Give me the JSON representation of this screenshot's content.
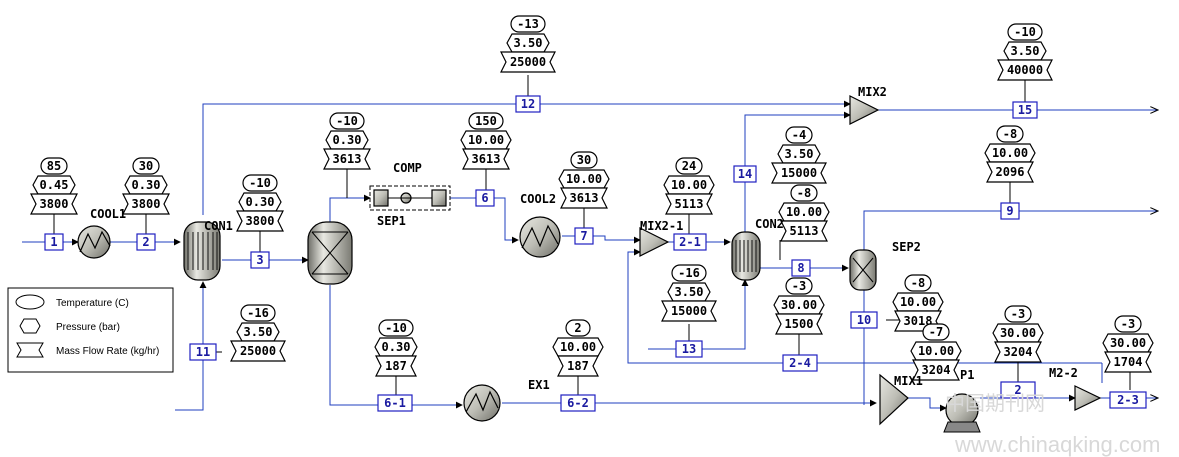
{
  "streams": {
    "s1": "1",
    "s2": "2",
    "s3": "3",
    "s6": "6",
    "s7": "7",
    "s8": "8",
    "s9": "9",
    "s10": "10",
    "s11": "11",
    "s12": "12",
    "s13": "13",
    "s14": "14",
    "s15": "15",
    "s2_1": "2-1",
    "s2_2": "2",
    "s2_3": "2-3",
    "s2_4": "2-4",
    "s6_1": "6-1",
    "s6_2": "6-2"
  },
  "blocks": {
    "cool1": "COOL1",
    "con1": "CON1",
    "comp": "COMP",
    "sep1": "SEP1",
    "cool2": "COOL2",
    "mix2_1": "MIX2-1",
    "con2": "CON2",
    "mix2": "MIX2",
    "sep2": "SEP2",
    "ex1": "EX1",
    "mix1": "MIX1",
    "p1": "P1",
    "m2_2": "M2-2"
  },
  "stream_results": {
    "s1": {
      "temperature": "85",
      "pressure": "0.45",
      "mass_flow": "3800"
    },
    "s2": {
      "temperature": "30",
      "pressure": "0.30",
      "mass_flow": "3800"
    },
    "s3": {
      "temperature": "-10",
      "pressure": "0.30",
      "mass_flow": "3800"
    },
    "s5": {
      "temperature": "-10",
      "pressure": "0.30",
      "mass_flow": "3613"
    },
    "s6": {
      "temperature": "150",
      "pressure": "10.00",
      "mass_flow": "3613"
    },
    "s7": {
      "temperature": "30",
      "pressure": "10.00",
      "mass_flow": "3613"
    },
    "s2_1": {
      "temperature": "24",
      "pressure": "10.00",
      "mass_flow": "5113"
    },
    "s14": {
      "temperature": "-4",
      "pressure": "3.50",
      "mass_flow": "15000"
    },
    "s8": {
      "temperature": "-8",
      "pressure": "10.00",
      "mass_flow": "5113"
    },
    "s9": {
      "temperature": "-8",
      "pressure": "10.00",
      "mass_flow": "2096"
    },
    "s12": {
      "temperature": "-13",
      "pressure": "3.50",
      "mass_flow": "25000"
    },
    "s15": {
      "temperature": "-10",
      "pressure": "3.50",
      "mass_flow": "40000"
    },
    "s11": {
      "temperature": "-16",
      "pressure": "3.50",
      "mass_flow": "25000"
    },
    "s13": {
      "temperature": "-16",
      "pressure": "3.50",
      "mass_flow": "15000"
    },
    "s2_4": {
      "temperature": "-3",
      "pressure": "30.00",
      "mass_flow": "1500"
    },
    "s10": {
      "temperature": "-8",
      "pressure": "10.00",
      "mass_flow": "3018"
    },
    "s6_1": {
      "temperature": "-10",
      "pressure": "0.30",
      "mass_flow": "187"
    },
    "s6_2": {
      "temperature": "2",
      "pressure": "10.00",
      "mass_flow": "187"
    },
    "mix1_out": {
      "temperature": "-7",
      "pressure": "10.00",
      "mass_flow": "3204"
    },
    "s2_2": {
      "temperature": "-3",
      "pressure": "30.00",
      "mass_flow": "3204"
    },
    "s2_3": {
      "temperature": "-3",
      "pressure": "30.00",
      "mass_flow": "1704"
    }
  },
  "legend": {
    "temperature": "Temperature (C)",
    "pressure": "Pressure (bar)",
    "mass_flow": "Mass Flow Rate (kg/hr)"
  },
  "watermark": {
    "url": "www.chinaqking.com",
    "cn": "中国期刊网"
  },
  "colors": {
    "stream": "#1f3fbf",
    "stream_tag": "#1a1aa0",
    "equipment_fill": "#c8c8c0",
    "watermark": "#d8d8d8"
  }
}
